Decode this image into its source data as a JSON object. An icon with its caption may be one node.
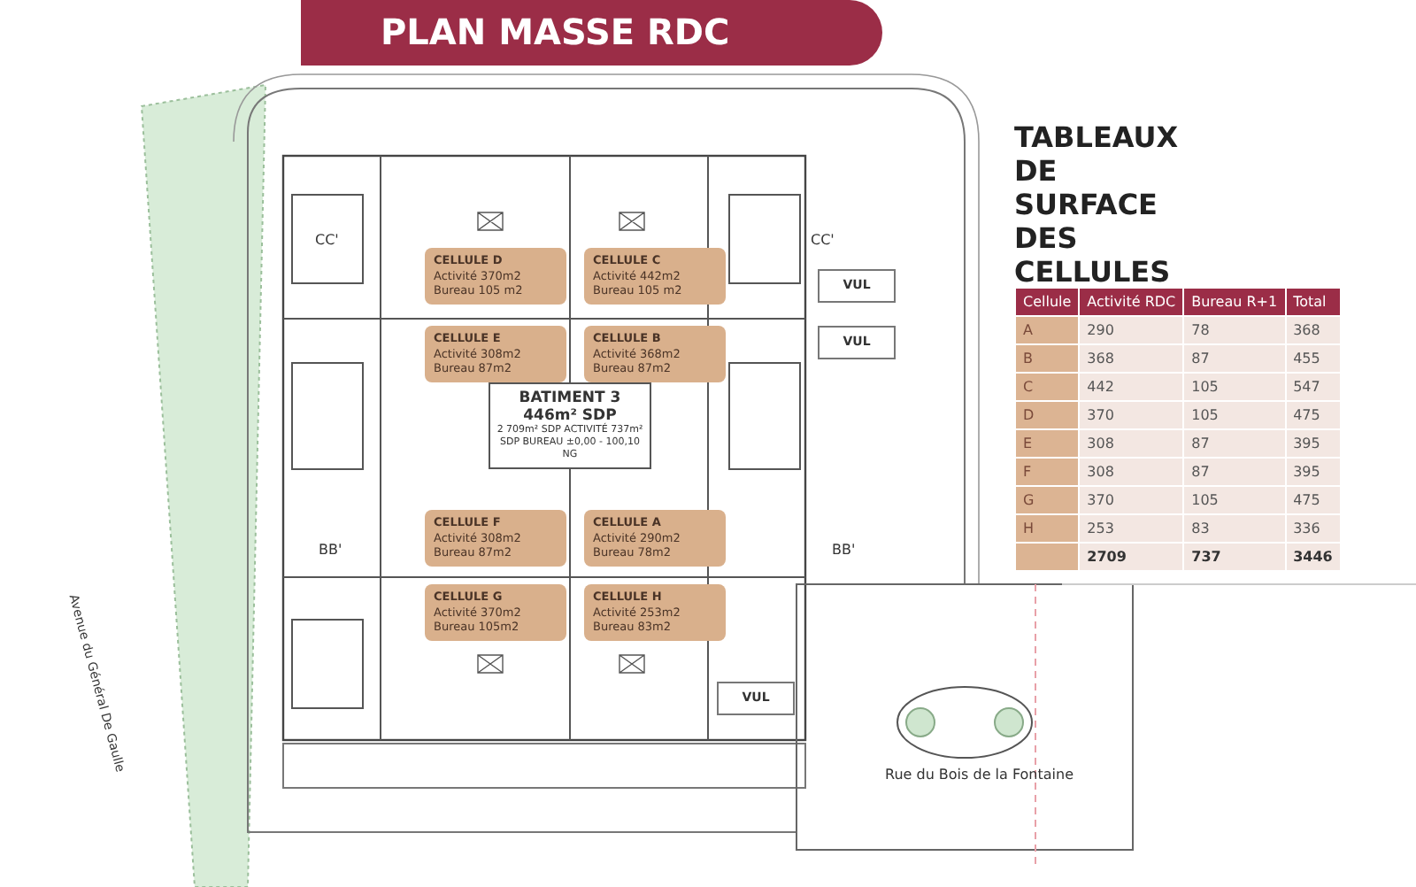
{
  "diagram": {
    "title": "PLAN MASSE RDC",
    "nodes": [
      {
        "text": [
          "CELLULE D",
          "Activité 370m2",
          "Bureau 105 m2"
        ]
      },
      {
        "text": [
          "CELLULE C",
          "Activité 442m2",
          "Bureau 105 m2"
        ]
      },
      {
        "text": [
          "CELLULE E",
          "Activité 308m2",
          "Bureau 87m2"
        ]
      },
      {
        "text": [
          "CELLULE B",
          "Activité 368m2",
          "Bureau 87m2"
        ]
      },
      {
        "text": [
          "BATIMENT 3 446m² SDP",
          "2 709m² SDP ACTIVITÉ 737m² SDP BUREAU ±0,00 - 100,10 NG"
        ]
      },
      {
        "text": [
          "VUL"
        ]
      },
      {
        "text": [
          "VUL"
        ]
      },
      {
        "text": [
          "CELLULE F",
          "Activité 308m2",
          "Bureau 87m2"
        ]
      },
      {
        "text": [
          "CELLULE A",
          "Activité 290m2",
          "Bureau 78m2"
        ]
      },
      {
        "text": [
          "CELLULE G",
          "Activité 370m2",
          "Bureau 105m2"
        ]
      },
      {
        "text": [
          "CELLULE H",
          "Activité 253m2",
          "Bureau 83m2"
        ]
      },
      {
        "text": [
          "VUL"
        ]
      }
    ],
    "labels": [
      "TABLEAUX DE SURFACE DES CELLULES PAR ÉTAGE",
      "Cellule",
      "Activité RDC",
      "Bureau R+1",
      "Total",
      "A",
      "290",
      "78",
      "368",
      "B",
      "368",
      "87",
      "455",
      "C",
      "442",
      "105",
      "547",
      "D",
      "370",
      "105",
      "475",
      "E",
      "308",
      "87",
      "395",
      "F",
      "308",
      "87",
      "395",
      "G",
      "370",
      "105",
      "475",
      "H",
      "253",
      "83",
      "336",
      "2709",
      "737",
      "3446",
      "CC'",
      "CC'",
      "BB'",
      "BB'",
      "Rue du Bois de la Fontaine",
      "Avenue du Général De Gaulle"
    ]
  }
}
